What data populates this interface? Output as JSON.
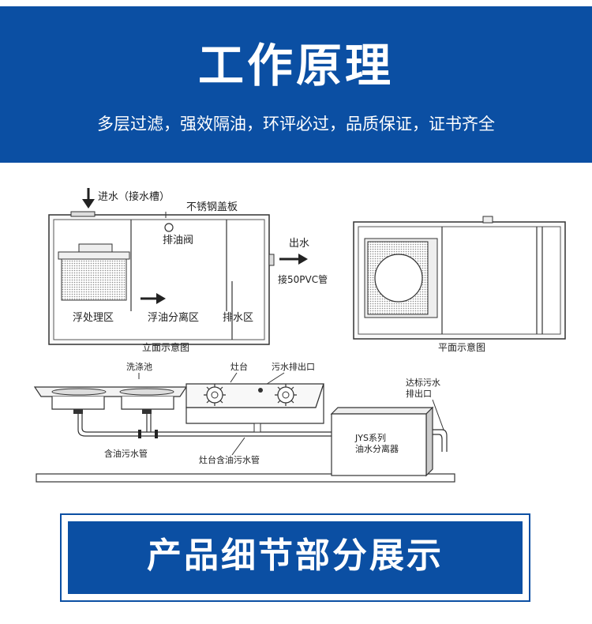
{
  "header": {
    "title": "工作原理",
    "subtitle": "多层过滤，强效隔油，环评必过，品质保证，证书齐全"
  },
  "elevation": {
    "inlet": "进水（接水槽）",
    "cover": "不锈钢盖板",
    "oil_valve": "排油阀",
    "outlet": "出水",
    "pipe": "接50PVC管",
    "zone1": "浮处理区",
    "zone2": "浮油分离区",
    "zone3": "排水区",
    "caption": "立面示意图"
  },
  "plan": {
    "caption": "平面示意图"
  },
  "install": {
    "sink": "洗涤池",
    "stove": "灶台",
    "stove_drain": "污水排出口",
    "standard_drain_1": "达标污水",
    "standard_drain_2": "排出口",
    "separator_1": "JYS系列",
    "separator_2": "油水分离器",
    "oily_pipe": "含油污水管",
    "stove_pipe": "灶台含油污水管"
  },
  "footer": {
    "title": "产品细节部分展示"
  },
  "colors": {
    "brand_blue": "#0b4fa3",
    "line": "#333333",
    "dots": "#9a9a9a"
  }
}
